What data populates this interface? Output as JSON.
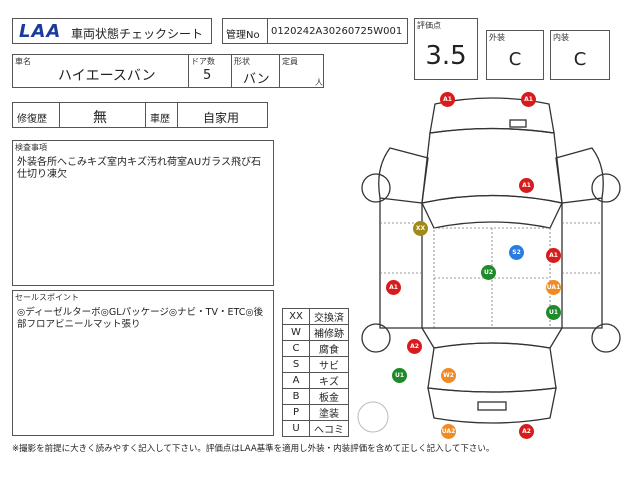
{
  "header": {
    "logo": "LAA",
    "title": "車両状態チェックシート",
    "mgmt_label": "管理No",
    "mgmt_no": "0120242A30260725W001"
  },
  "scores": {
    "overall_label": "評価点",
    "overall_value": "3.5",
    "exterior_label": "外装",
    "exterior_value": "C",
    "interior_label": "内装",
    "interior_value": "C"
  },
  "vehicle": {
    "name_label": "車名",
    "name": "ハイエースバン",
    "doors_label": "ドア数",
    "doors": "5",
    "shape_label": "形状",
    "shape": "バン",
    "capacity_label": "定員",
    "capacity_unit": "人"
  },
  "history": {
    "repair_label": "修復歴",
    "repair_value": "無",
    "usage_label": "車歴",
    "usage_value": "自家用"
  },
  "inspection": {
    "label": "検査事項",
    "text": "外装各所へこみキズ室内キズ汚れ荷室AUガラス飛び石仕切り凍欠"
  },
  "sales": {
    "label": "セールスポイント",
    "text": "◎ディーゼルターボ◎GLパッケージ◎ナビ・TV・ETC◎後部フロアビニールマット張り"
  },
  "legend": [
    {
      "code": "XX",
      "meaning": "交換済"
    },
    {
      "code": "W",
      "meaning": "補修跡"
    },
    {
      "code": "C",
      "meaning": "腐食"
    },
    {
      "code": "S",
      "meaning": "サビ"
    },
    {
      "code": "A",
      "meaning": "キズ"
    },
    {
      "code": "B",
      "meaning": "板金"
    },
    {
      "code": "P",
      "meaning": "塗装"
    },
    {
      "code": "U",
      "meaning": "へコミ"
    }
  ],
  "footer": {
    "note": "※撮影を前提に大きく読みやすく記入して下さい。評価点はLAA基準を適用し外装・内装評価を含めて正しく記入して下さい。"
  },
  "markers": [
    {
      "code": "A1",
      "color": "#d81c1c"
    },
    {
      "code": "A1",
      "color": "#d81c1c"
    },
    {
      "code": "A1",
      "color": "#d81c1c"
    },
    {
      "code": "XX",
      "color": "#a08a1a"
    },
    {
      "code": "S2",
      "color": "#2a7de0"
    },
    {
      "code": "A1",
      "color": "#d81c1c"
    },
    {
      "code": "U2",
      "color": "#1f8a2a"
    },
    {
      "code": "A1",
      "color": "#d81c1c"
    },
    {
      "code": "UA1",
      "color": "#f08a24"
    },
    {
      "code": "U1",
      "color": "#1f8a2a"
    },
    {
      "code": "A2",
      "color": "#d81c1c"
    },
    {
      "code": "U1",
      "color": "#1f8a2a"
    },
    {
      "code": "W2",
      "color": "#f08a24"
    },
    {
      "code": "UA2",
      "color": "#f08a24"
    },
    {
      "code": "A2",
      "color": "#d81c1c"
    }
  ]
}
